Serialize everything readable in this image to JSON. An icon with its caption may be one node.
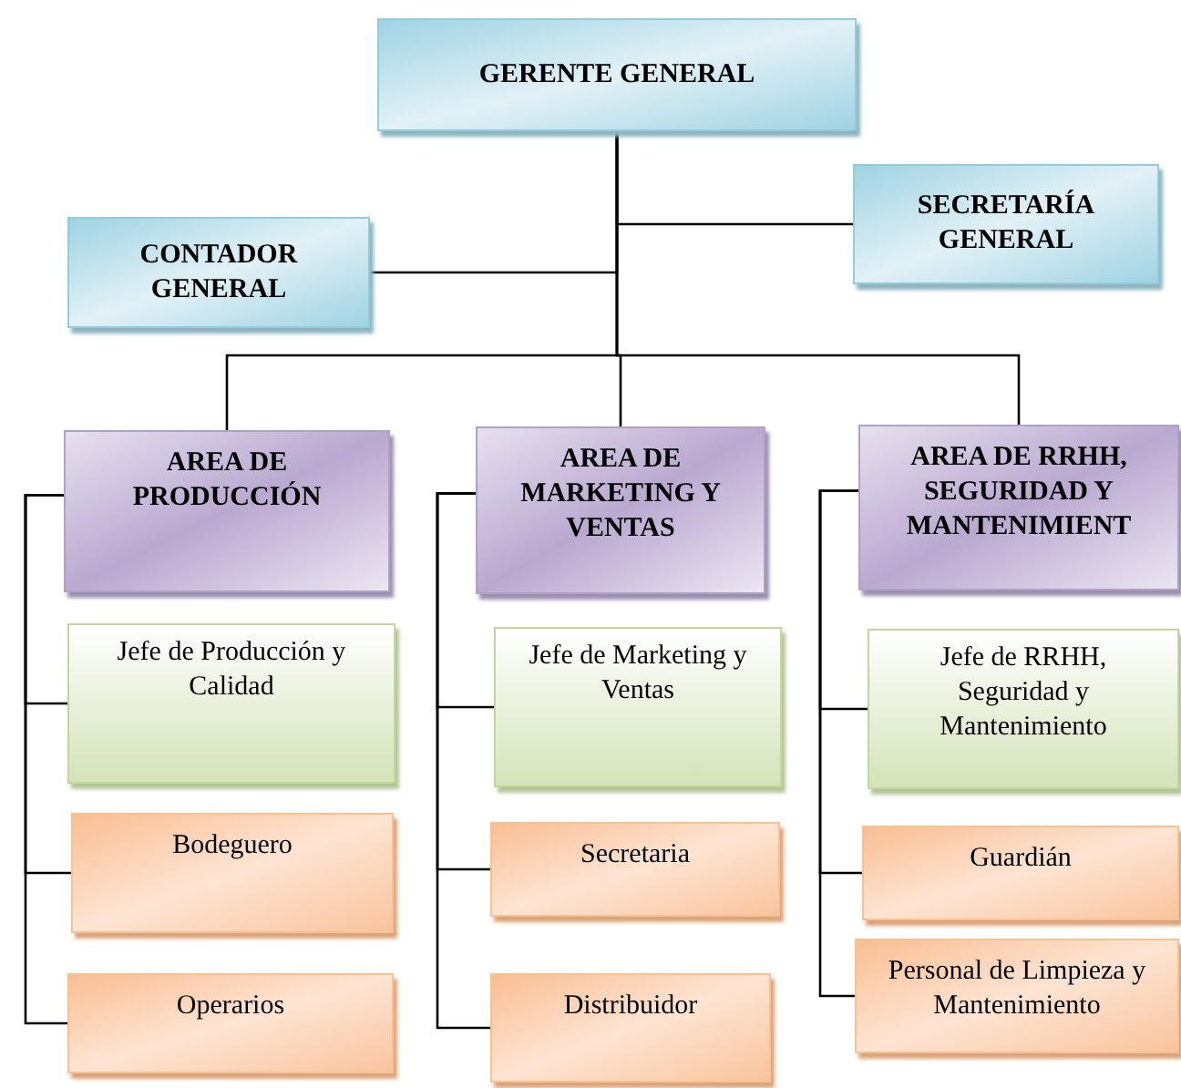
{
  "diagram": {
    "nodes": [
      {
        "text": [
          "GERENTE GENERAL"
        ]
      },
      {
        "text": [
          "CONTADOR GENERAL"
        ]
      },
      {
        "text": [
          "SECRETARÍA GENERAL"
        ]
      },
      {
        "text": [
          "AREA DE PRODUCCIÓN"
        ]
      },
      {
        "text": [
          "AREA DE MARKETING Y VENTAS"
        ]
      },
      {
        "text": [
          "AREA DE RRHH, SEGURIDAD Y MANTENIMIENT"
        ]
      },
      {
        "text": [
          "Jefe de Producción y Calidad"
        ]
      },
      {
        "text": [
          "Bodeguero"
        ]
      },
      {
        "text": [
          "Operarios"
        ]
      },
      {
        "text": [
          "Jefe de Marketing y Ventas"
        ]
      },
      {
        "text": [
          "Secretaria"
        ]
      },
      {
        "text": [
          "Distribuidor"
        ]
      },
      {
        "text": [
          "Jefe de RRHH, Seguridad y Mantenimiento"
        ]
      },
      {
        "text": [
          "Guardián"
        ]
      },
      {
        "text": [
          "Personal de Limpieza y Mantenimiento"
        ]
      }
    ],
    "edges": [
      {
        "from": 0,
        "to": 1,
        "arrow": "none"
      },
      {
        "from": 0,
        "to": 2,
        "arrow": "none"
      },
      {
        "from": 0,
        "to": 3,
        "arrow": "none"
      },
      {
        "from": 0,
        "to": 4,
        "arrow": "none"
      },
      {
        "from": 0,
        "to": 5,
        "arrow": "none"
      },
      {
        "from": 3,
        "to": 6,
        "arrow": "none"
      },
      {
        "from": 3,
        "to": 7,
        "arrow": "none"
      },
      {
        "from": 3,
        "to": 8,
        "arrow": "none"
      },
      {
        "from": 4,
        "to": 9,
        "arrow": "none"
      },
      {
        "from": 4,
        "to": 10,
        "arrow": "none"
      },
      {
        "from": 4,
        "to": 11,
        "arrow": "none"
      },
      {
        "from": 5,
        "to": 12,
        "arrow": "none"
      },
      {
        "from": 5,
        "to": 13,
        "arrow": "none"
      },
      {
        "from": 5,
        "to": 14,
        "arrow": "none"
      }
    ]
  }
}
